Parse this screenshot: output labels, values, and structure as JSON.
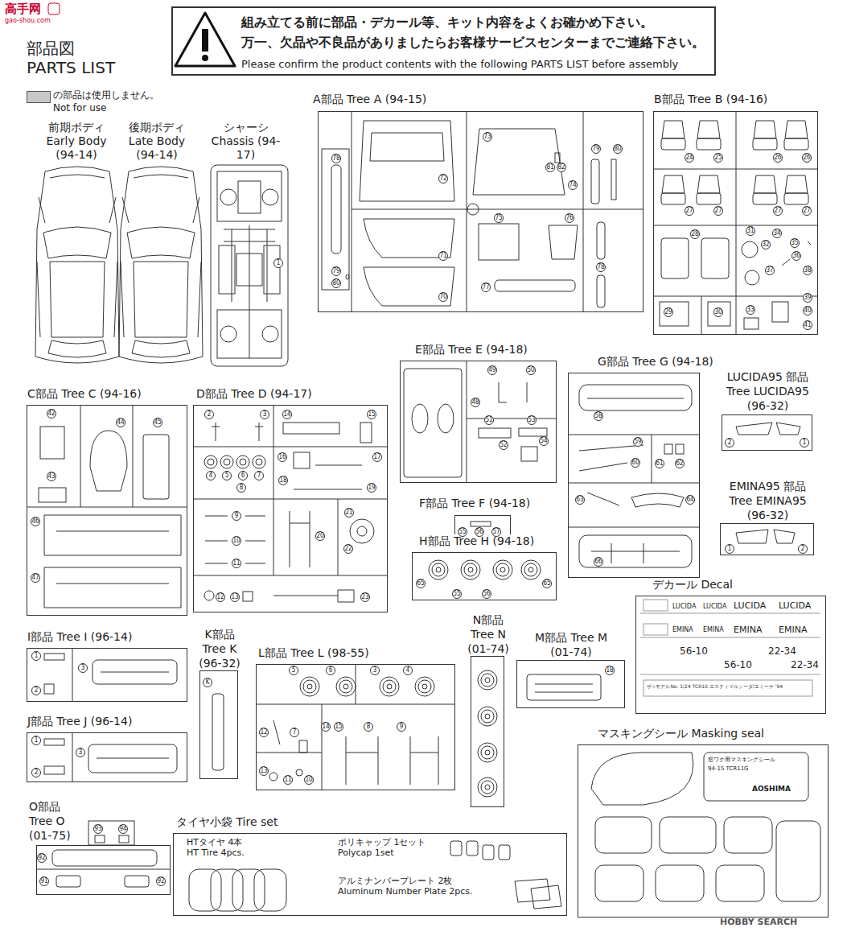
{
  "diagram": {
    "title": "部品図 PARTS LIST",
    "nodes": [
      {
        "text": [
          "組み立てる前に部品・デカール等、キット内容をよくお確かめ下さい。",
          "万一、欠品や不良品がありましたらお客様サービスセンターまでご連絡下さい。",
          "Please confirm the product contents with the following PARTS LIST before assembly"
        ]
      },
      {
        "text": [
          "A部品 Tree A (94-15)"
        ]
      },
      {
        "text": [
          "B部品 Tree B (94-16)"
        ]
      },
      {
        "text": [
          "C部品 Tree C (94-16)"
        ]
      },
      {
        "text": [
          "D部品 Tree D (94-17)"
        ]
      },
      {
        "text": [
          "E部品 Tree E (94-18)"
        ]
      },
      {
        "text": [
          "F部品 Tree F (94-18)"
        ]
      },
      {
        "text": [
          "G部品 Tree G (94-18)"
        ]
      },
      {
        "text": [
          "LUCIDA95 部品 Tree LUCIDA95 (96-32)"
        ]
      },
      {
        "text": [
          "EMINA95 部品 Tree EMINA95 (96-32)"
        ]
      },
      {
        "text": [
          "H部品 Tree H (94-18)"
        ]
      },
      {
        "text": [
          "デカール Decal"
        ]
      },
      {
        "text": [
          "I部品 Tree I (96-14)"
        ]
      },
      {
        "text": [
          "J部品 Tree J (96-14)"
        ]
      },
      {
        "text": [
          "K部品 Tree K (96-32)"
        ]
      },
      {
        "text": [
          "L部品 Tree L (98-55)"
        ]
      },
      {
        "text": [
          "N部品 Tree N (01-74)"
        ]
      },
      {
        "text": [
          "M部品 Tree M (01-74)"
        ]
      },
      {
        "text": [
          "マスキングシール Masking seal"
        ]
      },
      {
        "text": [
          "O部品 Tree O (01-75)"
        ]
      },
      {
        "text": [
          "タイヤ小袋 Tire set"
        ]
      }
    ],
    "labels": [
      "高手网",
      "gao-shou.com",
      "前期ボディ Early Body (94-14)",
      "後期ボディ Late Body (94-14)",
      "シャーシ Chassis (94-17)",
      "1",
      "78",
      "79",
      "80",
      "73",
      "72",
      "81",
      "82",
      "74",
      "71",
      "75",
      "76",
      "70",
      "77",
      "79",
      "80",
      "78",
      "24",
      "25",
      "26",
      "26",
      "27",
      "27",
      "27",
      "27",
      "28",
      "31",
      "34",
      "32",
      "35",
      "36",
      "37",
      "38",
      "29",
      "30",
      "33",
      "39",
      "40",
      "41",
      "42",
      "43",
      "44",
      "45",
      "46",
      "47",
      "2",
      "3",
      "14",
      "15",
      "16",
      "17",
      "4",
      "5",
      "6",
      "7",
      "18",
      "8",
      "19",
      "9",
      "21",
      "10",
      "20",
      "22",
      "11",
      "12",
      "13",
      "23",
      "49",
      "50",
      "48",
      "51",
      "53",
      "52",
      "54",
      "55",
      "56",
      "57",
      "58",
      "59",
      "60",
      "61",
      "62",
      "63",
      "64",
      "66",
      "2",
      "1",
      "1",
      "2",
      "65",
      "55",
      "56",
      "65",
      "LUCIDA",
      "LUCIDA",
      "LUCIDA",
      "LUCIDA",
      "EMINA",
      "EMINA",
      "EMINA",
      "EMINA",
      "56-10",
      "56-10",
      "22-34",
      "22-34",
      "ザ☆モデルNo. 1/24 TCR10 エスティマルシーダ/エミーナ '94",
      "1",
      "2",
      "3",
      "1",
      "2",
      "3",
      "K",
      "5",
      "6",
      "3",
      "4",
      "12",
      "7",
      "14",
      "15",
      "8",
      "9",
      "13",
      "11",
      "10",
      "18",
      "窓ワク用マスキングシール",
      "94-15 TCR11G",
      "AOSHIMA",
      "93",
      "94",
      "92",
      "91",
      "92",
      "HTタイヤ 4本 HT Tire 4pcs.",
      "ポリキャップ 1セット Polycap 1set",
      "アルミナンバープレート 2枚 Aluminum Number Plate 2pcs.",
      "HOBBY SEARCH"
    ],
    "legend": [
      {
        "text": "の部品は使用しません。 Not for use",
        "color": "#c8c8c8"
      }
    ]
  }
}
